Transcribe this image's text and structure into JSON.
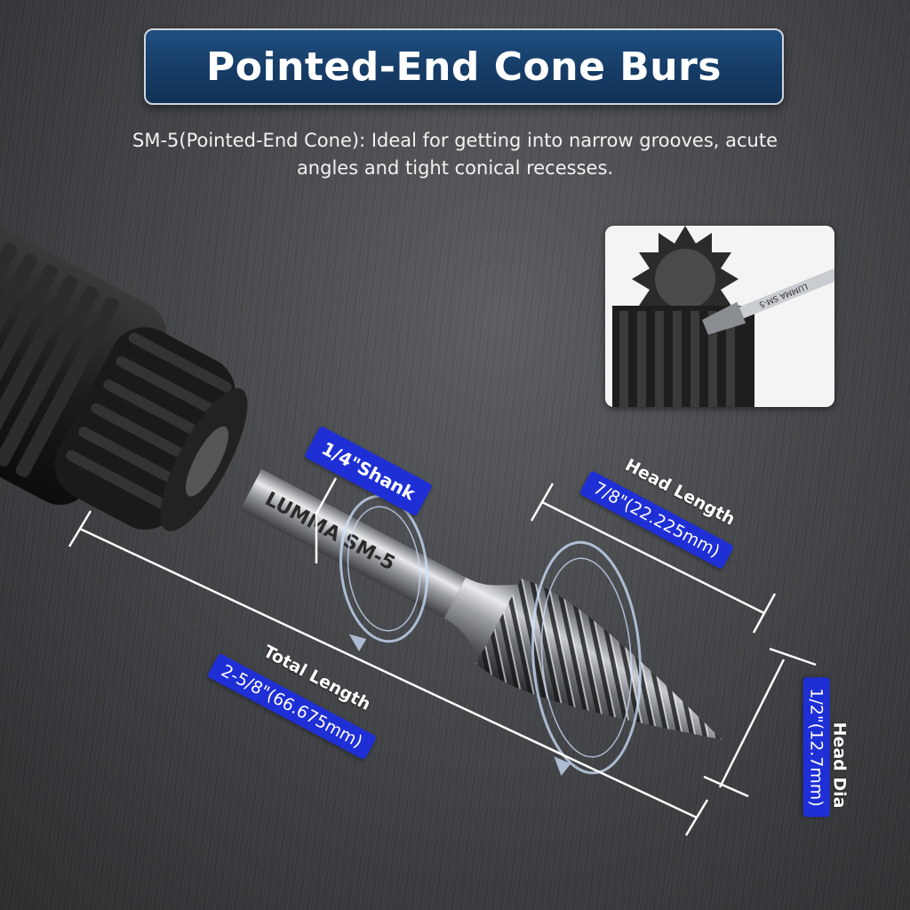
{
  "banner": {
    "title": "Pointed-End Cone Burs",
    "colors": {
      "background": "#163c66",
      "border": "#cfd6df",
      "text": "#ffffff"
    }
  },
  "subtitle": {
    "line1": "SM-5(Pointed-End Cone): Ideal for getting into narrow grooves, acute",
    "line2": "angles and tight conical recesses."
  },
  "inset": {
    "shank_engraving": "LUMMA SM-5"
  },
  "bur": {
    "shank_engraving": "LUMMA SM-5"
  },
  "dimensions": {
    "shank": {
      "label": "1/4\"Shank"
    },
    "head_length": {
      "caption": "Head Length",
      "value": "7/8\"(22.225mm)"
    },
    "total_length": {
      "caption": "Total Length",
      "value": "2-5/8\"(66.675mm)"
    },
    "head_dia": {
      "caption": "Head Dia",
      "value": "1/2\"(12.7mm)"
    },
    "tag_color": "#1f2fd6"
  },
  "icons": [
    "rotation-arrow-icon",
    "rotation-arrow-icon"
  ]
}
